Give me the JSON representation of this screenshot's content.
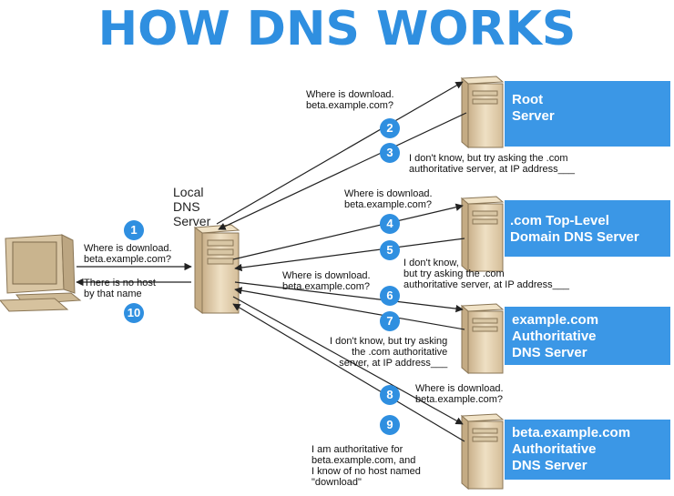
{
  "title": "HOW DNS WORKS",
  "local_server": {
    "label": [
      "Local",
      "DNS",
      "Server"
    ]
  },
  "servers": [
    {
      "lines": [
        "Root",
        "Server"
      ]
    },
    {
      "lines": [
        ".com Top-Level",
        "Domain DNS Server"
      ]
    },
    {
      "lines": [
        "example.com",
        "Authoritative",
        "DNS Server"
      ]
    },
    {
      "lines": [
        "beta.example.com",
        "Authoritative",
        "DNS Server"
      ]
    }
  ],
  "steps": [
    "1",
    "2",
    "3",
    "4",
    "5",
    "6",
    "7",
    "8",
    "9",
    "10"
  ],
  "messages": {
    "m1": [
      "Where is download.",
      "beta.example.com?"
    ],
    "m10": [
      "There is no host",
      "by that name"
    ],
    "m2": [
      "Where is download.",
      "beta.example.com?"
    ],
    "m3": [
      "I don't know, but try asking the .com",
      "authoritative server, at IP address___"
    ],
    "m4": [
      "Where is download.",
      "beta.example.com?"
    ],
    "m5": [
      "I don't know,",
      "but try asking the .com",
      "authoritative server, at IP address___"
    ],
    "m6": [
      "Where is download.",
      "beta.example.com?"
    ],
    "m7": [
      "I don't know, but try asking",
      "the .com authoritative",
      "server, at IP address___"
    ],
    "m8": [
      "Where is download.",
      "beta.example.com?"
    ],
    "m9": [
      "I am authoritative for",
      "beta.example.com, and",
      "I know of no host named",
      "\"download\""
    ]
  },
  "colors": {
    "accent": "#3b97e6",
    "title": "#2f8fe0",
    "server_body": "#e6d2b0"
  }
}
